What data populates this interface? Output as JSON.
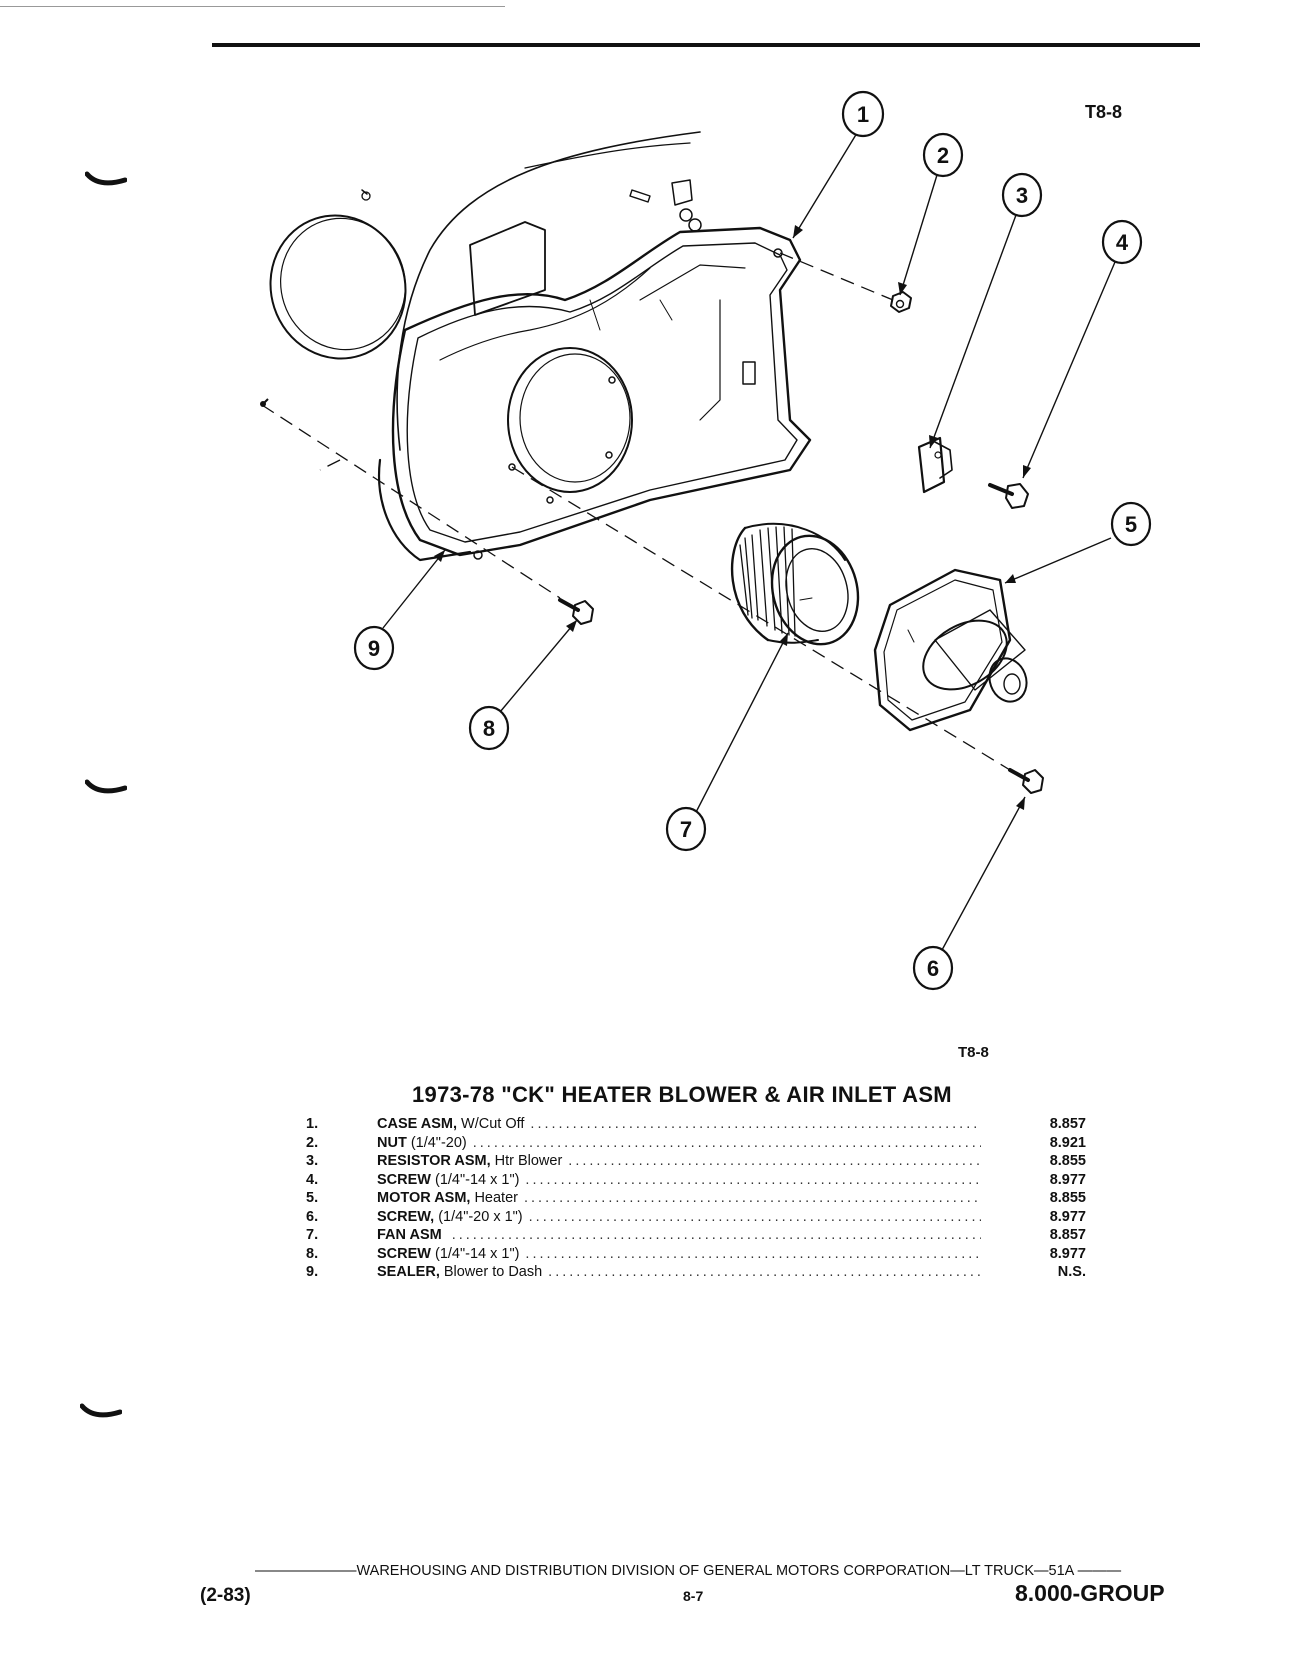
{
  "figure_code_top": "T8-8",
  "figure_code_bottom": "T8-8",
  "callouts": [
    "1",
    "2",
    "3",
    "4",
    "5",
    "6",
    "7",
    "8",
    "9"
  ],
  "title": "1973-78 \"CK\" HEATER BLOWER & AIR INLET ASM",
  "parts": [
    {
      "num": "1.",
      "name": "CASE ASM,",
      "detail": "W/Cut Off",
      "group": "8.857"
    },
    {
      "num": "2.",
      "name": "NUT",
      "detail": "(1/4\"-20)",
      "group": "8.921"
    },
    {
      "num": "3.",
      "name": "RESISTOR ASM,",
      "detail": "Htr Blower",
      "group": "8.855"
    },
    {
      "num": "4.",
      "name": "SCREW",
      "detail": "(1/4\"-14 x 1\")",
      "group": "8.977"
    },
    {
      "num": "5.",
      "name": "MOTOR ASM,",
      "detail": "Heater",
      "group": "8.855"
    },
    {
      "num": "6.",
      "name": "SCREW,",
      "detail": "(1/4\"-20 x 1\")",
      "group": "8.977"
    },
    {
      "num": "7.",
      "name": "FAN ASM",
      "detail": "",
      "group": "8.857"
    },
    {
      "num": "8.",
      "name": "SCREW",
      "detail": "(1/4\"-14 x 1\")",
      "group": "8.977"
    },
    {
      "num": "9.",
      "name": "SEALER,",
      "detail": "Blower to Dash",
      "group": "N.S."
    }
  ],
  "footer": {
    "line": "———————WAREHOUSING AND DISTRIBUTION  DIVISION OF GENERAL MOTORS CORPORATION—LT TRUCK—51A  ———",
    "date": "(2-83)",
    "page": "8-7",
    "group": "8.000-GROUP"
  }
}
